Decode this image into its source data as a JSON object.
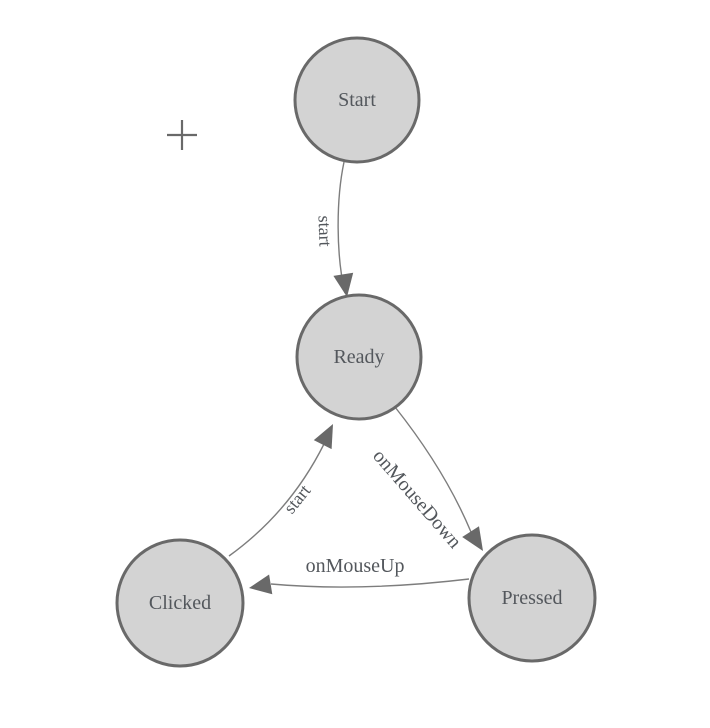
{
  "diagram": {
    "type": "state-machine",
    "nodes": [
      {
        "id": "start",
        "label": "Start"
      },
      {
        "id": "ready",
        "label": "Ready"
      },
      {
        "id": "clicked",
        "label": "Clicked"
      },
      {
        "id": "pressed",
        "label": "Pressed"
      }
    ],
    "edges": [
      {
        "from": "Start",
        "to": "Ready",
        "label": "start"
      },
      {
        "from": "Clicked",
        "to": "Ready",
        "label": "start"
      },
      {
        "from": "Ready",
        "to": "Pressed",
        "label": "onMouseDown"
      },
      {
        "from": "Pressed",
        "to": "Clicked",
        "label": "onMouseUp"
      }
    ]
  },
  "palette": {
    "canvas_background": "#ffffff",
    "node_fill": "#d3d3d3",
    "node_border": "#696969",
    "label_color": "#53575c",
    "edge_color": "#7d7d7d",
    "arrow_color": "#696969",
    "plus_color": "#696969"
  },
  "icons": {
    "plus": "plus-crosshair-icon"
  }
}
